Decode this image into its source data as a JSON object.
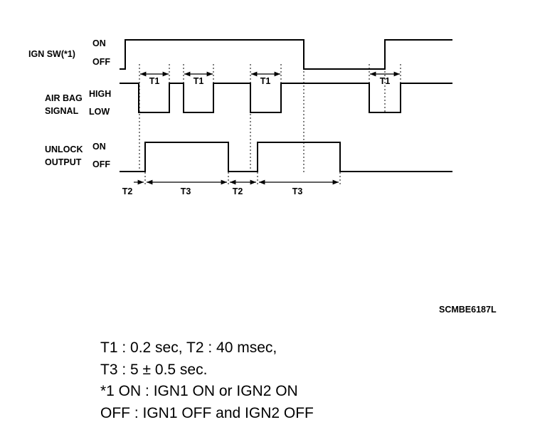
{
  "signals": {
    "ign": {
      "name": "IGN SW(*1)",
      "high": "ON",
      "low": "OFF"
    },
    "airbag": {
      "name1": "AIR BAG",
      "name2": "SIGNAL",
      "high": "HIGH",
      "low": "LOW"
    },
    "unlock": {
      "name1": "UNLOCK",
      "name2": "OUTPUT",
      "high": "ON",
      "low": "OFF"
    }
  },
  "timing_labels": {
    "t1": "T1",
    "t2": "T2",
    "t3": "T3"
  },
  "figure_code": "SCMBE6187L",
  "notes": [
    "T1 : 0.2 sec, T2 : 40 msec,",
    "T3 : 5 ± 0.5 sec.",
    "*1 ON : IGN1 ON or IGN2 ON",
    "OFF : IGN1 OFF and IGN2 OFF"
  ]
}
